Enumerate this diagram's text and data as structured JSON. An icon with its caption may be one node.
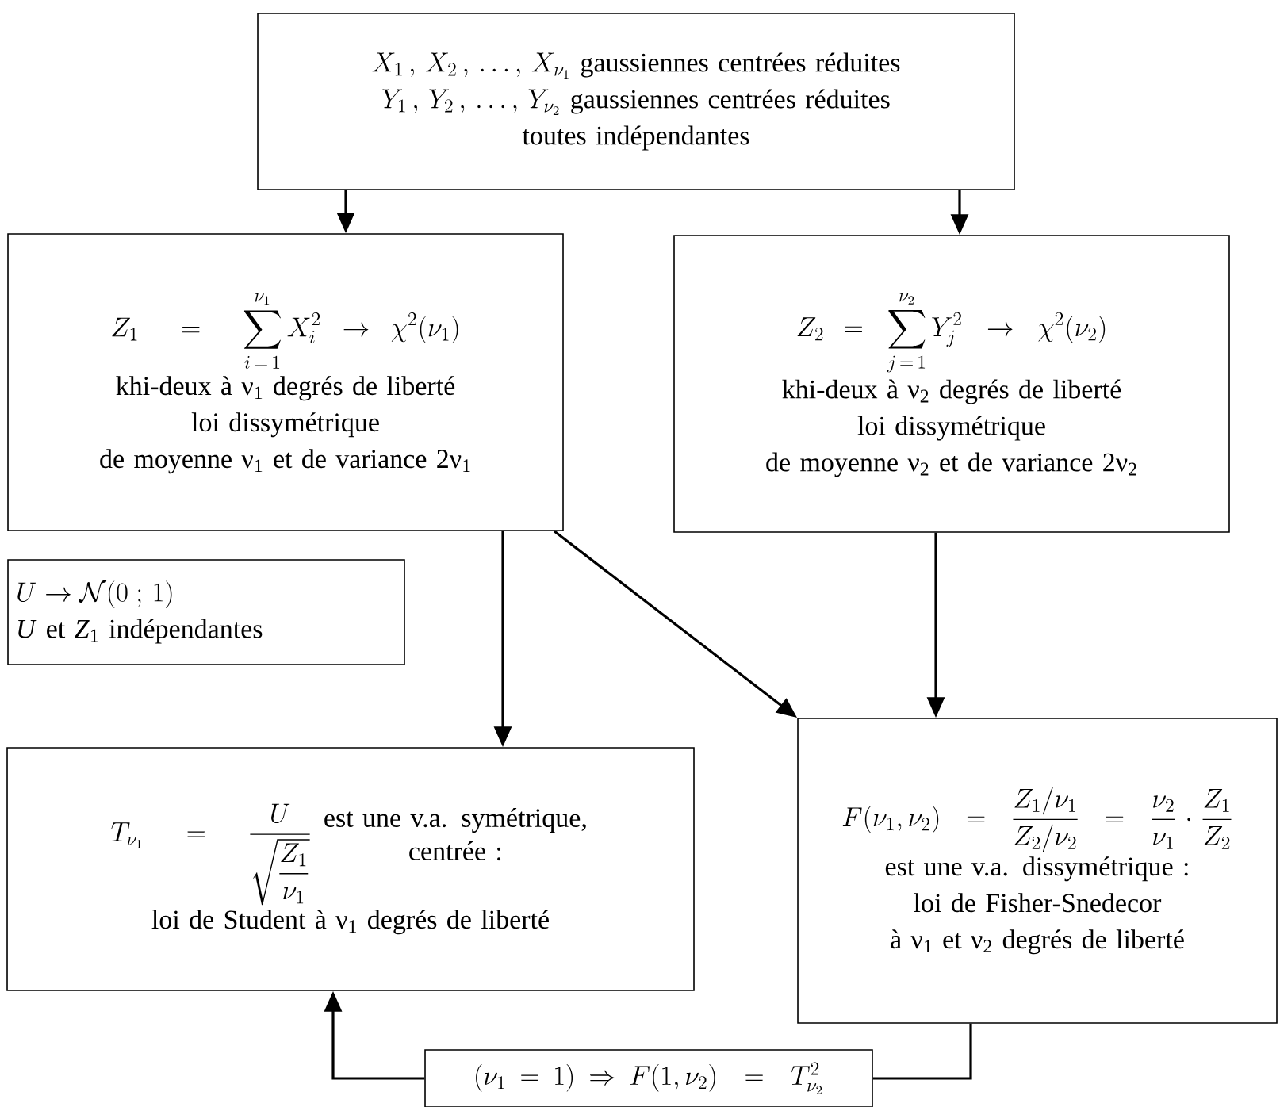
{
  "diagram": {
    "nodes": [
      {
        "text": [
          "X_1 \\,,\\, X_2 \\,,\\, \\ldots,\\, X_{\\nu_1}",
          "gaussiennes centrées réduites",
          "Y_1 \\,,\\, Y_2 \\,,\\, \\ldots,\\, Y_{\\nu_2}",
          "gaussiennes centrées réduites",
          "toutes indépendantes"
        ]
      },
      {
        "text": [
          "Z_1 \\;=\\; \\sum_{i\\,=\\,1}^{\\nu_1} X_i^2 \\to \\chi^2(\\nu_1)",
          "khi-deux à ν$_{1}$ degrés de liberté",
          "loi dissymétrique",
          "de moyenne ν$_{1}$ et de variance 2ν$_{1}$"
        ]
      },
      {
        "text": [
          "Z_2 \\!= \\sum_{j\\,=\\,1}^{\\nu_2} Y_j^2 \\to \\chi^2(\\nu_2)",
          "khi-deux à ν$_{2}$ degrés de liberté",
          "loi dissymétrique",
          "de moyenne ν$_{2}$ et de variance 2ν$_{2}$"
        ]
      },
      {
        "text": [
          "U \\to \\mathcal{N}(0\\;;\\,1)",
          "*U* et *Z*$_{1}$ indépendantes"
        ]
      },
      {
        "text": [
          "T_{\\nu_1} \\;=\\; \\dfrac{U}{\\sqrt{\\dfrac{Z_1}{\\nu_1}}}",
          "est une v.a. symétrique, centrée :",
          "loi de Student à ν$_{1}$ degrés de liberté"
        ]
      },
      {
        "text": [
          "F(\\nu_1,\\nu_2) \\;=\\; \\dfrac{Z_1/\\nu_1}{Z_2/\\nu_2} \\;=\\; \\dfrac{\\nu_2}{\\nu_1}\\cdot\\dfrac{Z_1}{Z_2}",
          "est une v.a. dissymétrique :",
          "loi de Fisher-Snedecor",
          "à ν$_{1}$ et ν$_{2}$ degrés de liberté"
        ]
      },
      {
        "text": [
          "(\\nu_1 = 1) \\Rightarrow F(1,\\nu_2) \\;=\\; T^2_{\\nu_2}"
        ]
      }
    ],
    "edges": [
      {
        "from": 0,
        "to": 1,
        "arrow": "to"
      },
      {
        "from": 0,
        "to": 2,
        "arrow": "to"
      },
      {
        "from": 1,
        "to": 4,
        "arrow": "to"
      },
      {
        "from": 1,
        "to": 5,
        "arrow": "to"
      },
      {
        "from": 2,
        "to": 5,
        "arrow": "to"
      },
      {
        "from": 6,
        "to": 4,
        "arrow": "to"
      },
      {
        "from": 5,
        "to": 6,
        "arrow": "none"
      }
    ]
  }
}
